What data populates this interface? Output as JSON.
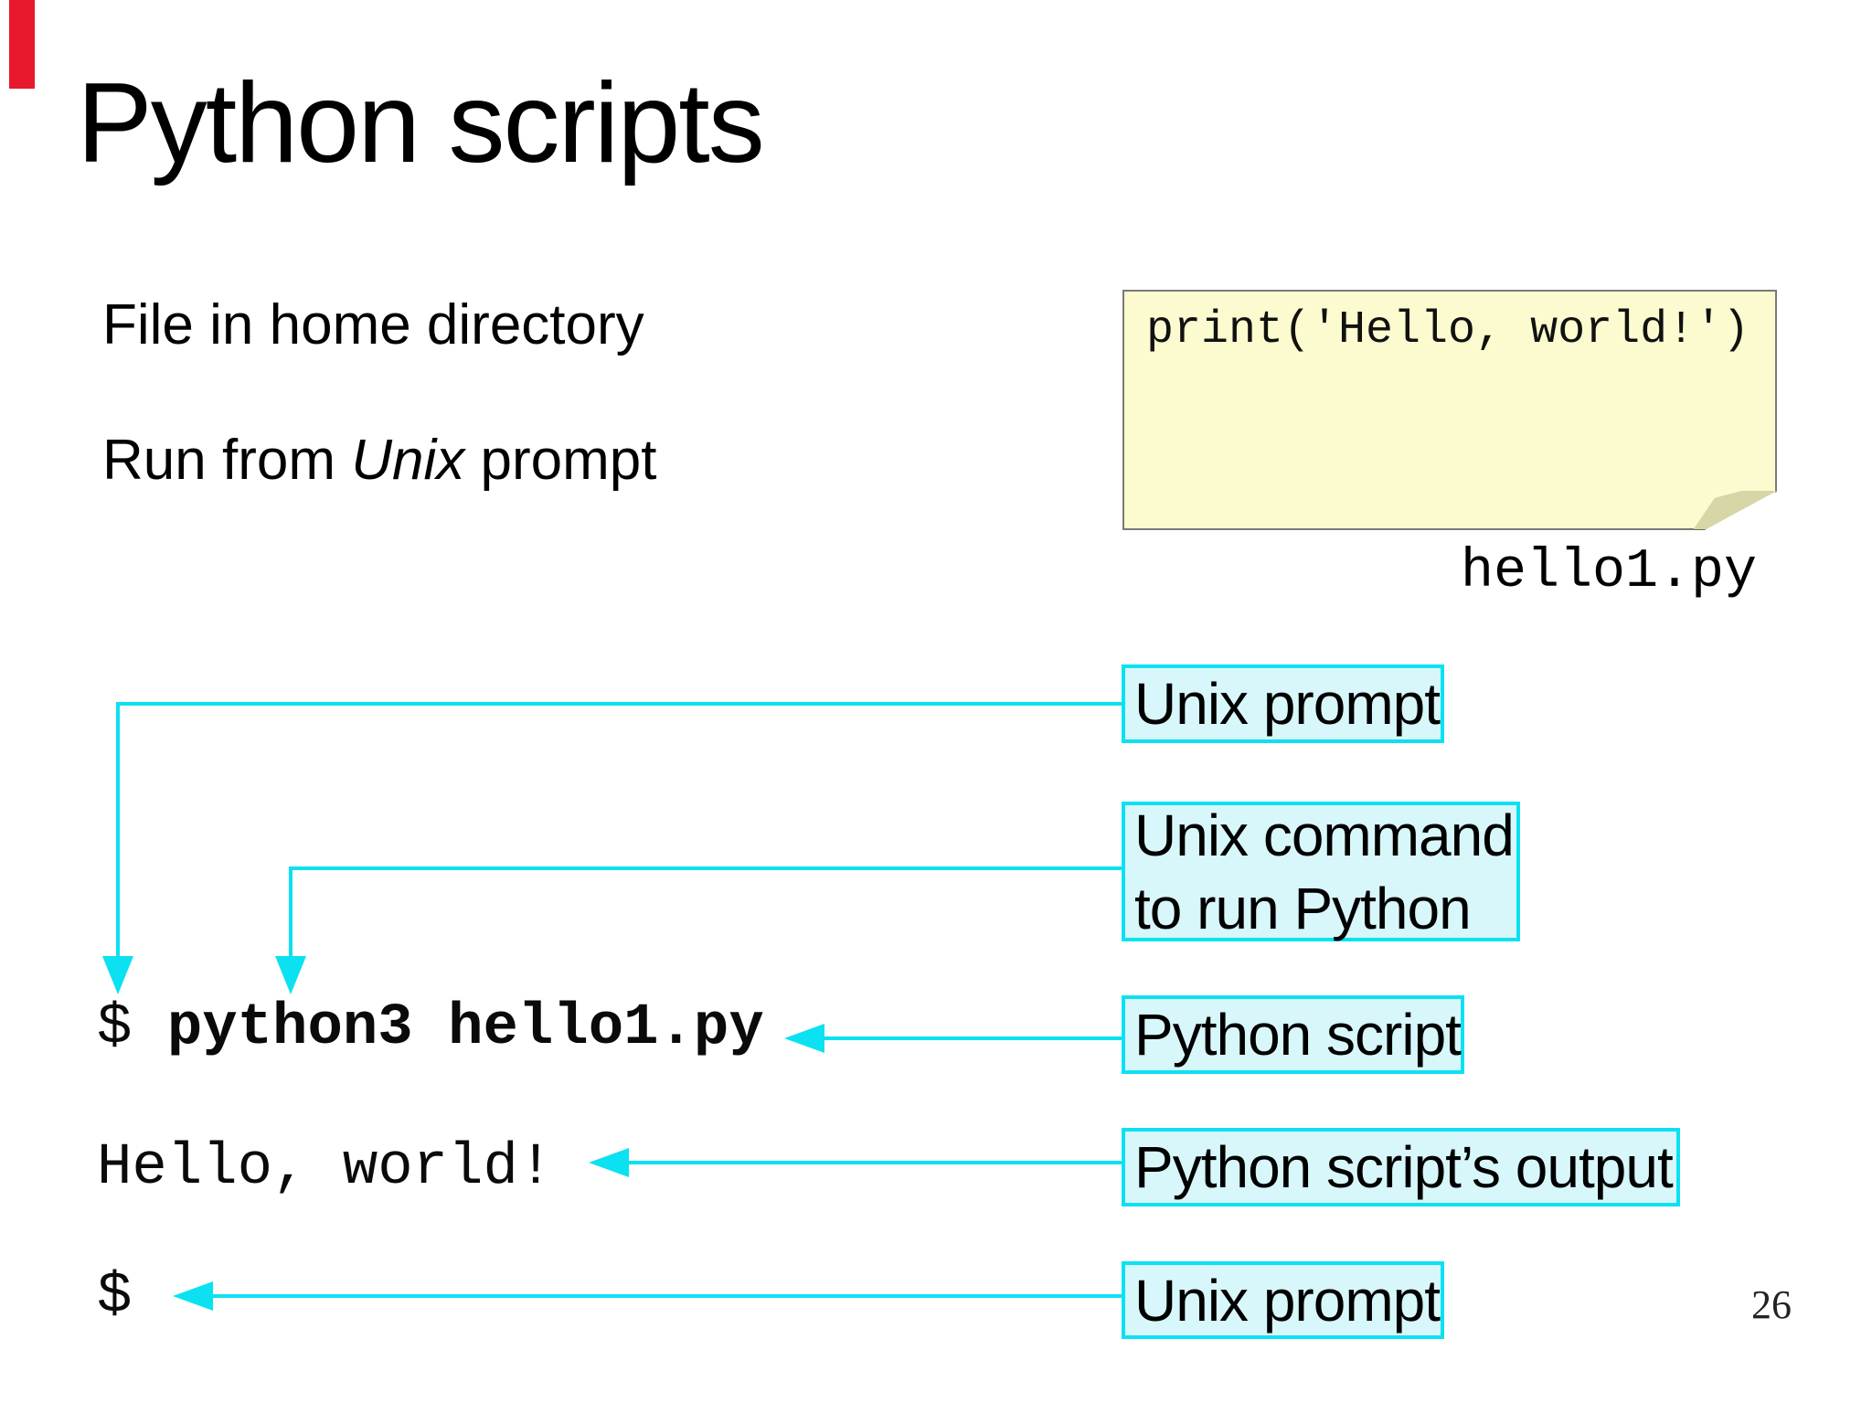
{
  "title": "Python scripts",
  "intro": {
    "line1": "File in home directory",
    "line2_prefix": "Run from ",
    "line2_italic": "Unix",
    "line2_suffix": " prompt"
  },
  "note": {
    "code": "print('Hello, world!')",
    "filename": "hello1.py"
  },
  "terminal": {
    "line1_prompt": "$ ",
    "line1_command": "python3 hello1.py",
    "line2_output": "Hello, world!",
    "line3_prompt": "$"
  },
  "callouts": {
    "unix_prompt_top": "Unix prompt",
    "unix_command_line1": "Unix command",
    "unix_command_line2": "to run Python",
    "python_script": "Python script",
    "script_output": "Python script’s output",
    "unix_prompt_bottom": "Unix prompt"
  },
  "page": {
    "number": "26"
  },
  "colors": {
    "accent": "#0ce1f2",
    "callout_fill": "#d8f7fb",
    "note_fill": "#fbfbcf",
    "note_fold": "#d6d6a6",
    "red_marker": "#e8192c"
  }
}
